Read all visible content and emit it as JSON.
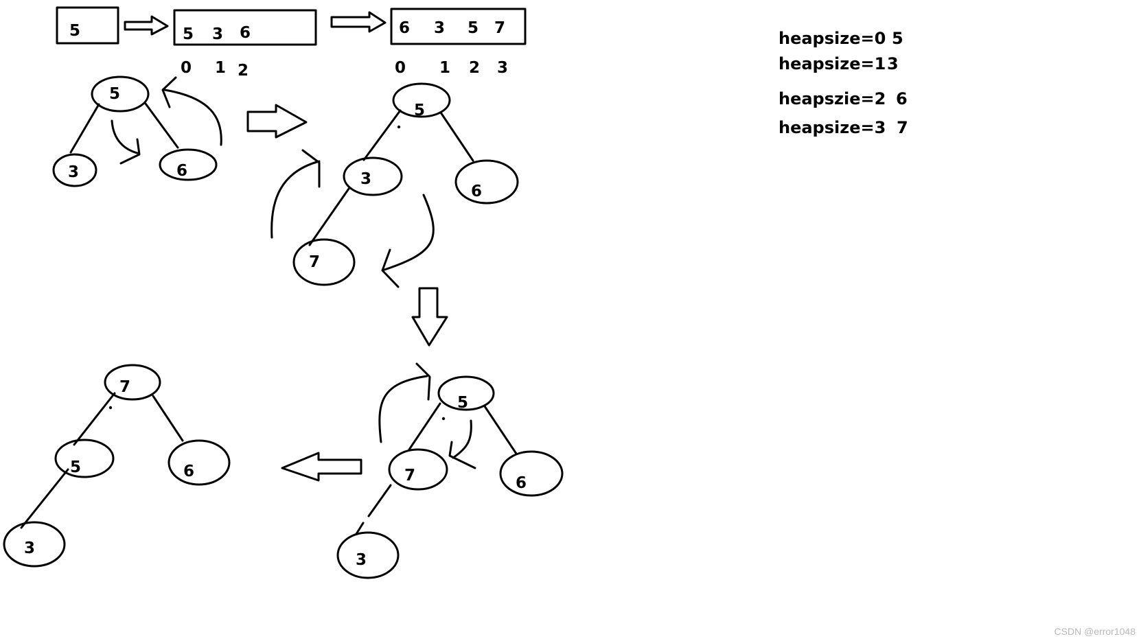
{
  "arrays": [
    {
      "cells": [
        "5"
      ]
    },
    {
      "cells": [
        "5",
        "3",
        "6"
      ],
      "indices": [
        "0",
        "1",
        "2"
      ]
    },
    {
      "cells": [
        "6",
        "3",
        "5",
        "7"
      ],
      "indices": [
        "0",
        "1",
        "2",
        "3"
      ]
    }
  ],
  "trees": [
    {
      "nodes": [
        "5",
        "3",
        "6"
      ]
    },
    {
      "nodes": [
        "5",
        "3",
        "6",
        "7"
      ]
    },
    {
      "nodes": [
        "5",
        "7",
        "6",
        "3"
      ]
    },
    {
      "nodes": [
        "7",
        "5",
        "6",
        "3"
      ]
    }
  ],
  "heap_log": [
    {
      "label": "heapsize=0",
      "value": "5"
    },
    {
      "label": "heapsize=1",
      "value": "3"
    },
    {
      "label": "heapszie=2",
      "value": "6"
    },
    {
      "label": "heapsize=3",
      "value": "7"
    }
  ],
  "watermark": "CSDN @error1048"
}
